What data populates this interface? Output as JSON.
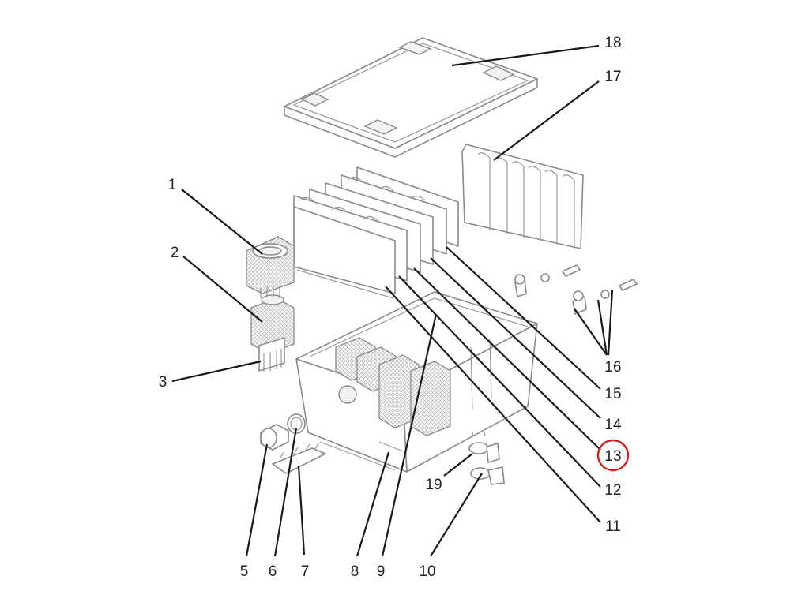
{
  "callouts": [
    {
      "id": "1",
      "label": "1"
    },
    {
      "id": "2",
      "label": "2"
    },
    {
      "id": "3",
      "label": "3"
    },
    {
      "id": "5",
      "label": "5"
    },
    {
      "id": "6",
      "label": "6"
    },
    {
      "id": "7",
      "label": "7"
    },
    {
      "id": "8",
      "label": "8"
    },
    {
      "id": "9",
      "label": "9"
    },
    {
      "id": "10",
      "label": "10"
    },
    {
      "id": "11",
      "label": "11"
    },
    {
      "id": "12",
      "label": "12"
    },
    {
      "id": "13",
      "label": "13"
    },
    {
      "id": "14",
      "label": "14"
    },
    {
      "id": "15",
      "label": "15"
    },
    {
      "id": "16",
      "label": "16"
    },
    {
      "id": "17",
      "label": "17"
    },
    {
      "id": "18",
      "label": "18"
    },
    {
      "id": "19",
      "label": "19"
    }
  ],
  "highlighted_callout": "13",
  "colors": {
    "highlight": "#d62020",
    "line": "#1a1a1a",
    "part_outline": "#8a8a8a"
  }
}
